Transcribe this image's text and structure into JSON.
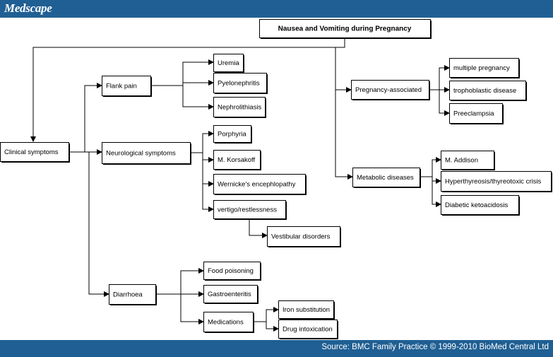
{
  "header": {
    "logo": "Medscape"
  },
  "footer": {
    "source": "Source: BMC Family Practice © 1999-2010 BioMed Central Ltd"
  },
  "diagram": {
    "title": "Nausea and Vomiting during Pregnancy",
    "nodes": {
      "clinical": "Clinical symptoms",
      "flank": "Flank pain",
      "uremia": "Uremia",
      "pyelo": "Pyelonephritis",
      "nephro": "Nephrolithiasis",
      "neuro": "Neurological symptoms",
      "porphyria": "Porphyria",
      "korsakoff": "M. Korsakoff",
      "wernicke": "Wernicke's encephlopathy",
      "vertigo": "vertigo/restlessness",
      "vestibular": "Vestibular disorders",
      "diarrhoea": "Diarrhoea",
      "food": "Food poisoning",
      "gastro": "Gastroenteritis",
      "medications": "Medications",
      "iron": "Iron substitution",
      "drug": "Drug intoxication",
      "pregnancy": "Pregnancy-associated",
      "multiple": "multiple pregnancy",
      "tropho": "trophoblastic disease",
      "preeclampsia": "Preeclampsia",
      "metabolic": "Metabolic diseases",
      "addison": "M. Addison",
      "hyperthyreosis": "Hyperthyreosis/thyreotoxic crisis",
      "diabetic": "Diabetic ketoacidosis"
    }
  }
}
